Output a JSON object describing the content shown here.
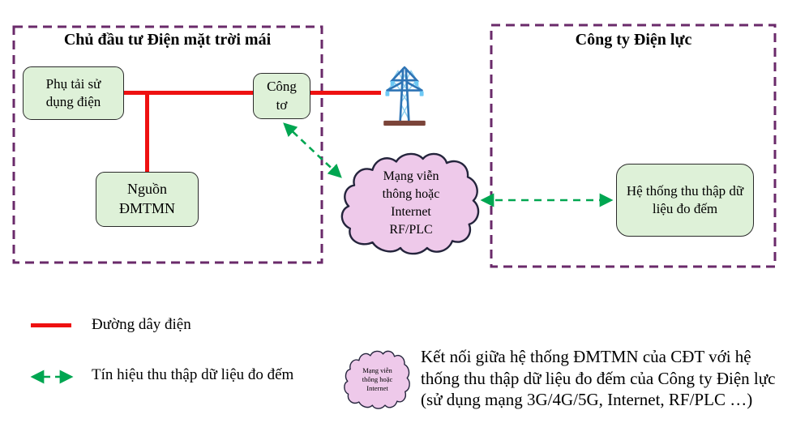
{
  "zones": {
    "investor": {
      "title": "Chủ đầu tư Điện mặt trời mái"
    },
    "utility": {
      "title": "Công ty Điện lực"
    }
  },
  "nodes": {
    "load": {
      "label": "Phụ tải sử dụng điện"
    },
    "meter": {
      "label": "Công tơ"
    },
    "source": {
      "label": "Nguồn ĐMTMN"
    },
    "collector": {
      "label": "Hệ thống thu thập dữ liệu đo đếm"
    },
    "cloud": {
      "lines": [
        "Mạng viễn",
        "thông hoặc",
        "Internet",
        "RF/PLC"
      ]
    }
  },
  "legend": {
    "power_line": {
      "label": "Đường dây điện"
    },
    "data_signal": {
      "label": "Tín hiệu thu thập dữ liệu đo đếm"
    }
  },
  "note": {
    "cloud_lines": [
      "Mạng viễn",
      "thông hoặc",
      "Internet"
    ],
    "text": "Kết nối giữa hệ thống ĐMTMN của CĐT với hệ thống thu thập dữ liệu đo đếm của Công ty Điện lực (sử dụng mạng 3G/4G/5G, Internet, RF/PLC …)"
  },
  "icons": {
    "tower": "transmission-tower-icon",
    "cloud": "network-cloud-icon"
  },
  "colors": {
    "power_line": "#ee1111",
    "signal_green": "#00a651",
    "zone_border": "#6a2a6a",
    "node_fill": "#def1d8",
    "cloud_fill": "#eec9ea"
  }
}
